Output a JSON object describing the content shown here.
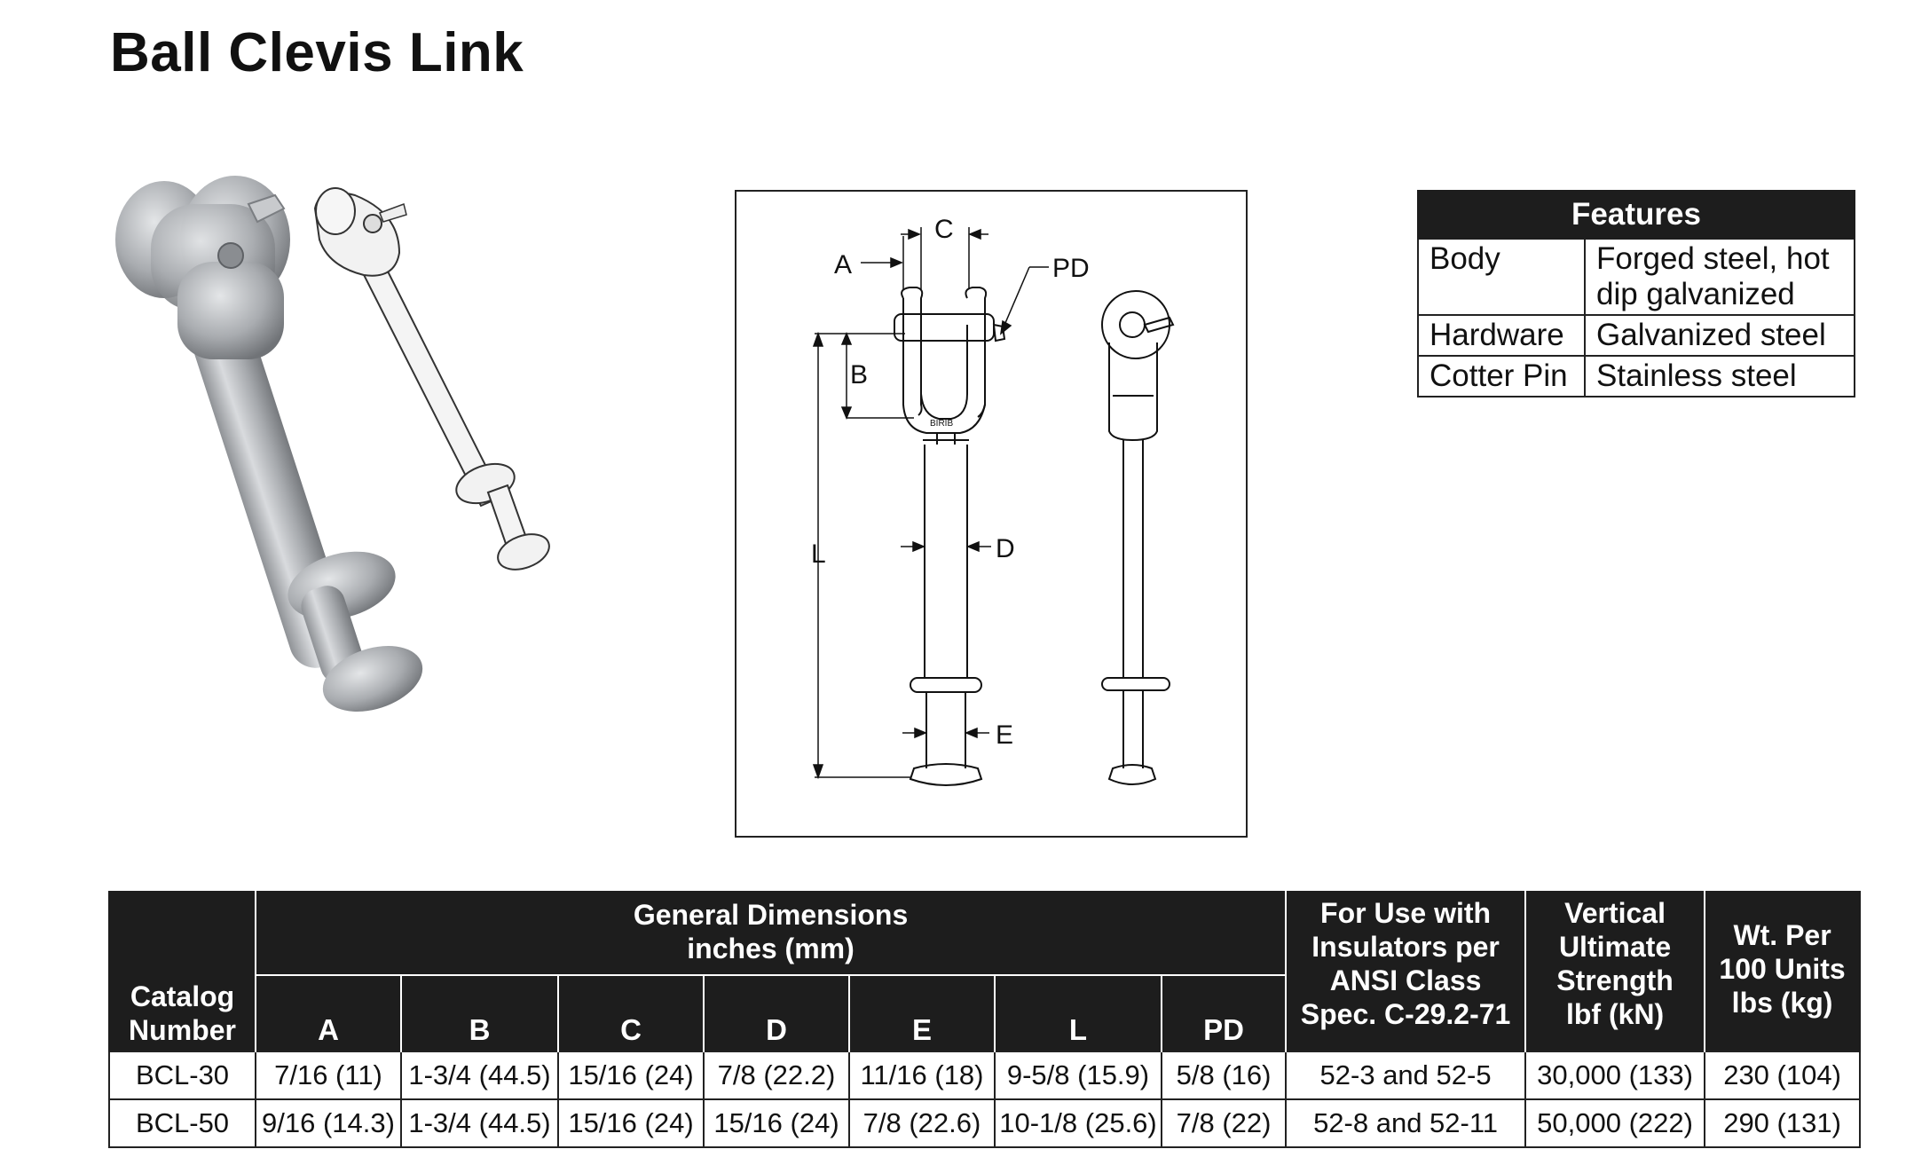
{
  "title": "Ball Clevis Link",
  "drawing_labels": {
    "A": "A",
    "B": "B",
    "C": "C",
    "D": "D",
    "E": "E",
    "L": "L",
    "PD": "PD",
    "stamp": "BIRIB"
  },
  "features": {
    "header": "Features",
    "rows": [
      {
        "key": "Body",
        "value": "Forged steel, hot\ndip galvanized"
      },
      {
        "key": "Hardware",
        "value": "Galvanized steel"
      },
      {
        "key": "Cotter Pin",
        "value": "Stainless steel"
      }
    ]
  },
  "spec_table": {
    "catalog_header": "Catalog\nNumber",
    "group_header": "General Dimensions\ninches (mm)",
    "dim_headers": [
      "A",
      "B",
      "C",
      "D",
      "E",
      "L",
      "PD"
    ],
    "insulator_header": "For Use with\nInsulators per\nANSI Class\nSpec. C-29.2-71",
    "strength_header": "Vertical\nUltimate\nStrength\nlbf (kN)",
    "weight_header": "Wt. Per\n100 Units\nlbs (kg)",
    "rows": [
      {
        "catalog": "BCL-30",
        "dims": [
          "7/16 (11)",
          "1-3/4 (44.5)",
          "15/16 (24)",
          "7/8 (22.2)",
          "11/16 (18)",
          "9-5/8 (15.9)",
          "5/8 (16)"
        ],
        "insulators": "52-3 and 52-5",
        "strength": "30,000 (133)",
        "weight": "230 (104)"
      },
      {
        "catalog": "BCL-50",
        "dims": [
          "9/16 (14.3)",
          "1-3/4 (44.5)",
          "15/16 (24)",
          "15/16 (24)",
          "7/8 (22.6)",
          "10-1/8 (25.6)",
          "7/8 (22)"
        ],
        "insulators": "52-8 and 52-11",
        "strength": "50,000 (222)",
        "weight": "290 (131)"
      }
    ]
  }
}
